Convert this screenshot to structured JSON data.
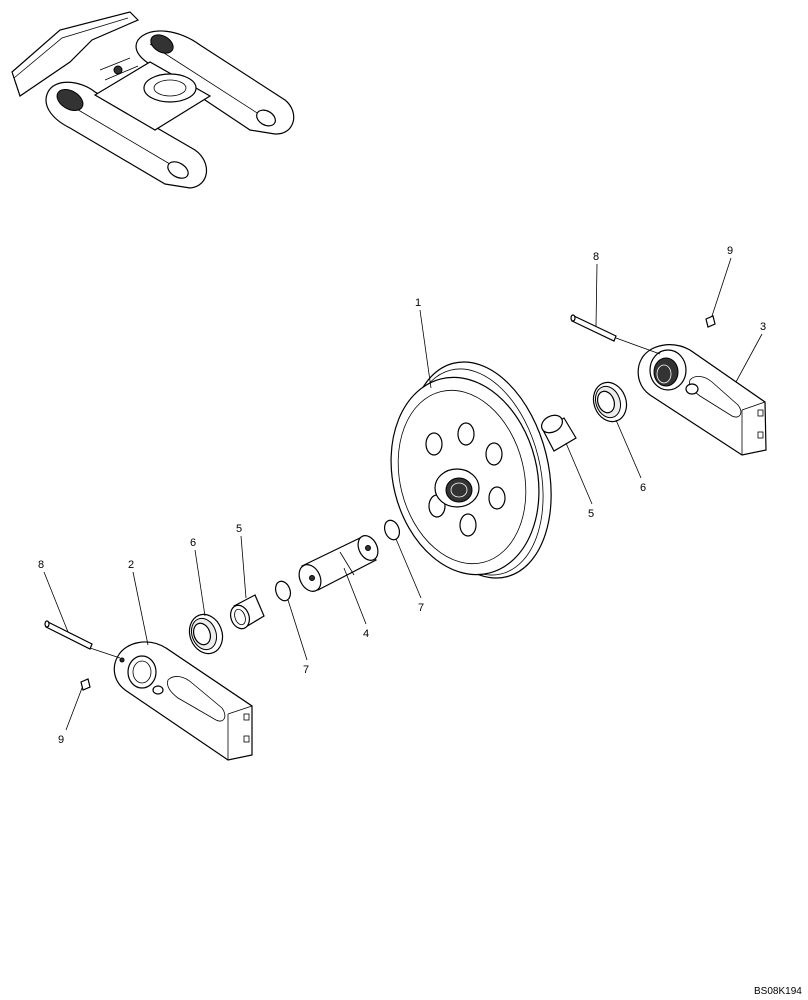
{
  "diagram": {
    "callouts": [
      {
        "id": "c1",
        "text": "1"
      },
      {
        "id": "c2",
        "text": "2"
      },
      {
        "id": "c3",
        "text": "3"
      },
      {
        "id": "c4",
        "text": "4"
      },
      {
        "id": "c5a",
        "text": "5"
      },
      {
        "id": "c5b",
        "text": "5"
      },
      {
        "id": "c6a",
        "text": "6"
      },
      {
        "id": "c6b",
        "text": "6"
      },
      {
        "id": "c7a",
        "text": "7"
      },
      {
        "id": "c7b",
        "text": "7"
      },
      {
        "id": "c8a",
        "text": "8"
      },
      {
        "id": "c8b",
        "text": "8"
      },
      {
        "id": "c9a",
        "text": "9"
      },
      {
        "id": "c9b",
        "text": "9"
      }
    ],
    "drawing_code": "BS08K194"
  }
}
